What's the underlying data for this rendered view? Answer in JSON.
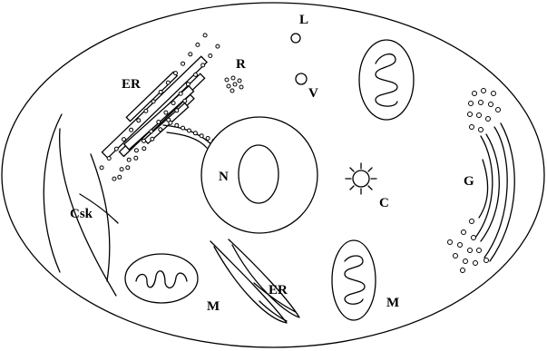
{
  "diagram": {
    "labels": {
      "er_upper": "ER",
      "er_lower": "ER",
      "ribosomes": "R",
      "lysosome": "L",
      "vacuole": "V",
      "nucleus": "N",
      "centrosome": "C",
      "golgi": "G",
      "cytoskeleton": "Csk",
      "mito_left": "M",
      "mito_right": "M"
    }
  }
}
